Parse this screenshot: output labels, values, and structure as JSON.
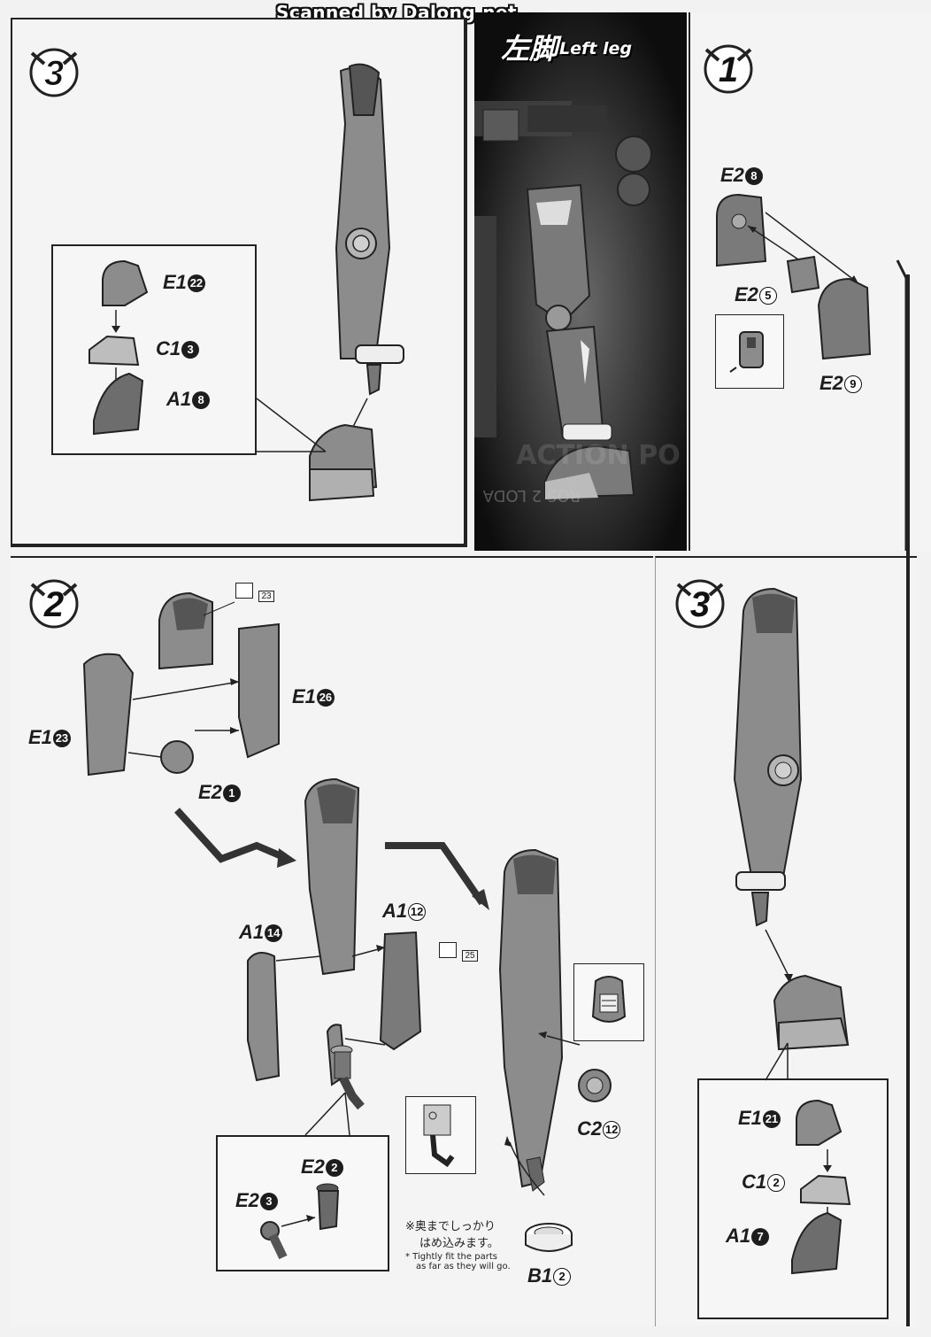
{
  "banner": "Scanned by Dalong.net",
  "left_leg_panel": {
    "title_jp": "左脚",
    "title_en": "Left leg",
    "bg_text_1": "ACTION PO",
    "bg_text_2": "ROS 2 LODA"
  },
  "steps": {
    "step1": {
      "number": "1"
    },
    "step2": {
      "number": "2"
    },
    "step3_top": {
      "number": "3"
    },
    "step3_bottom": {
      "number": "3"
    }
  },
  "parts": {
    "s3_top": [
      {
        "runner": "E1",
        "num": "22"
      },
      {
        "runner": "C1",
        "num": "3"
      },
      {
        "runner": "A1",
        "num": "8"
      }
    ],
    "s1": [
      {
        "runner": "E2",
        "num": "8"
      },
      {
        "runner": "E2",
        "num": "5"
      },
      {
        "runner": "E2",
        "num": "9"
      }
    ],
    "s2": [
      {
        "runner": "E1",
        "num": "26"
      },
      {
        "runner": "E1",
        "num": "23"
      },
      {
        "runner": "E2",
        "num": "1"
      },
      {
        "runner": "A1",
        "num": "14"
      },
      {
        "runner": "A1",
        "num": "12"
      },
      {
        "runner": "C2",
        "num": "12"
      },
      {
        "runner": "E2",
        "num": "2"
      },
      {
        "runner": "E2",
        "num": "3"
      },
      {
        "runner": "B1",
        "num": "2"
      }
    ],
    "s3_bottom": [
      {
        "runner": "E1",
        "num": "21"
      },
      {
        "runner": "C1",
        "num": "2"
      },
      {
        "runner": "A1",
        "num": "7"
      }
    ]
  },
  "stickers": {
    "s2_a": "23",
    "s2_b": "25"
  },
  "notes": {
    "jp_line1": "※奥までしっかり",
    "jp_line2": "はめ込みます。",
    "en_line1": "* Tightly fit the parts",
    "en_line2": "as far as they will go."
  },
  "colors": {
    "part_fill": "#8c8c8c",
    "part_dark": "#555555",
    "part_light": "#dcdcdc",
    "badge_red": "#c8102e"
  }
}
